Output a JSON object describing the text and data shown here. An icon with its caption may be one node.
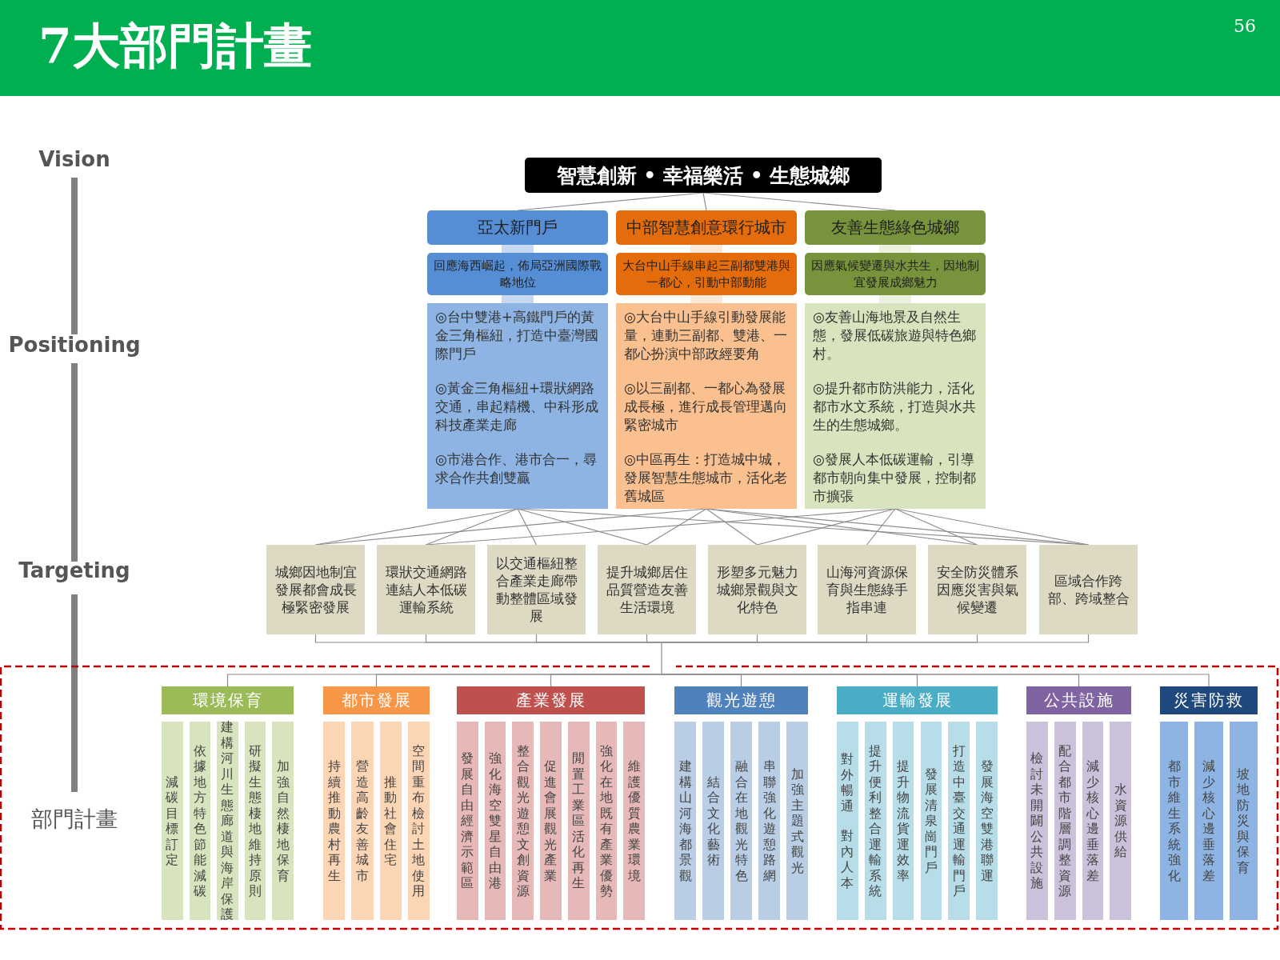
{
  "diagram": {
    "title": "7大部門計畫",
    "nodes": [
      {
        "text": [
          "智慧創新 • 幸福樂活 • 生態城鄉"
        ]
      },
      {
        "text": [
          "亞太新門戶"
        ]
      },
      {
        "text": [
          "中部智慧創意環行城市"
        ]
      },
      {
        "text": [
          "友善生態綠色城鄉"
        ]
      },
      {
        "text": [
          "回應海西崛起，佈局亞洲國際戰略地位"
        ]
      },
      {
        "text": [
          "大台中山手線串起三副都雙港與一都心，引動中部動能"
        ]
      },
      {
        "text": [
          "因應氣候變遷與水共生，因地制宜發展成鄉魅力"
        ]
      },
      {
        "text": [
          "◎台中雙港+高鐵門戶的黃金三角樞紐，打造中臺灣國際門戶",
          "◎黃金三角樞紐+環狀網路交通，串起精機、中科形成科技產業走廊",
          "◎市港合作、港市合一，尋求合作共創雙贏"
        ]
      },
      {
        "text": [
          "◎大台中山手線引動發展能量，連動三副都、雙港、一都心扮演中部政經要角",
          "◎以三副都、一都心為發展成長極，進行成長管理邁向緊密城市",
          "◎中區再生：打造城中城，發展智慧生態城市，活化老舊城區"
        ]
      },
      {
        "text": [
          "◎友善山海地景及自然生態，發展低碳旅遊與特色鄉村。",
          "◎提升都市防洪能力，活化都市水文系統，打造與水共生的生態城鄉。",
          "◎發展人本低碳運輸，引導都市朝向集中發展，控制都市擴張"
        ]
      },
      {
        "text": [
          "城鄉因地制宜發展都會成長極緊密發展"
        ]
      },
      {
        "text": [
          "環狀交通網路連結人本低碳運輸系統"
        ]
      },
      {
        "text": [
          "以交通樞紐整合產業走廊帶動整體區域發展"
        ]
      },
      {
        "text": [
          "提升城鄉居住品質營造友善生活環境"
        ]
      },
      {
        "text": [
          "形塑多元魅力城鄉景觀與文化特色"
        ]
      },
      {
        "text": [
          "山海河資源保育與生態綠手指串連"
        ]
      },
      {
        "text": [
          "安全防災體系因應災害與氣候變遷"
        ]
      },
      {
        "text": [
          "區域合作跨部、跨域整合"
        ]
      },
      {
        "text": [
          "環境保育"
        ]
      },
      {
        "text": [
          "減碳目標訂定"
        ]
      },
      {
        "text": [
          "依據地方特色節能減碳"
        ]
      },
      {
        "text": [
          "建構河川生態廊道與海岸保護"
        ]
      },
      {
        "text": [
          "研擬生態棲地維持原則"
        ]
      },
      {
        "text": [
          "加強自然棲地保育"
        ]
      },
      {
        "text": [
          "都市發展"
        ]
      },
      {
        "text": [
          "持續推動農村再生"
        ]
      },
      {
        "text": [
          "營造高齡友善城市"
        ]
      },
      {
        "text": [
          "推動社會住宅"
        ]
      },
      {
        "text": [
          "空間重布檢討土地使用"
        ]
      },
      {
        "text": [
          "產業發展"
        ]
      },
      {
        "text": [
          "發展自由經濟示範區"
        ]
      },
      {
        "text": [
          "強化海空雙星自由港"
        ]
      },
      {
        "text": [
          "整合觀光遊憩文創資源"
        ]
      },
      {
        "text": [
          "促進會展觀光產業"
        ]
      },
      {
        "text": [
          "閒置工業區活化再生"
        ]
      },
      {
        "text": [
          "強化在地既有產業優勢"
        ]
      },
      {
        "text": [
          "維護優質農業環境"
        ]
      },
      {
        "text": [
          "觀光遊憩"
        ]
      },
      {
        "text": [
          "建構山河海都景觀"
        ]
      },
      {
        "text": [
          "結合文化藝術"
        ]
      },
      {
        "text": [
          "融合在地觀光特色"
        ]
      },
      {
        "text": [
          "串聯強化遊憩路網"
        ]
      },
      {
        "text": [
          "加強主題式觀光"
        ]
      },
      {
        "text": [
          "運輸發展"
        ]
      },
      {
        "text": [
          "對外暢通",
          "對內人本"
        ]
      },
      {
        "text": [
          "提升便利整合運輸系統"
        ]
      },
      {
        "text": [
          "提升物流貨運效率"
        ]
      },
      {
        "text": [
          "發展清泉崗門戶"
        ]
      },
      {
        "text": [
          "打造中臺交通運輸門戶"
        ]
      },
      {
        "text": [
          "發展海空雙港聯運"
        ]
      },
      {
        "text": [
          "公共設施"
        ]
      },
      {
        "text": [
          "檢討未開闢公共設施"
        ]
      },
      {
        "text": [
          "配合都市階層調整資源"
        ]
      },
      {
        "text": [
          "減少核心邊垂落差"
        ]
      },
      {
        "text": [
          "水資源供給"
        ]
      },
      {
        "text": [
          "災害防救"
        ]
      },
      {
        "text": [
          "都市維生系統強化"
        ]
      },
      {
        "text": [
          "減少核心邊垂落差"
        ]
      },
      {
        "text": [
          "坡地防災與保育"
        ]
      }
    ],
    "edges": [
      {
        "from": 0,
        "to": 1,
        "arrow": "none"
      },
      {
        "from": 0,
        "to": 2,
        "arrow": "none"
      },
      {
        "from": 0,
        "to": 3,
        "arrow": "none"
      },
      {
        "from": 7,
        "to": 10,
        "arrow": "none"
      },
      {
        "from": 7,
        "to": 11,
        "arrow": "none"
      },
      {
        "from": 7,
        "to": 12,
        "arrow": "none"
      },
      {
        "from": 7,
        "to": 13,
        "arrow": "none"
      },
      {
        "from": 7,
        "to": 17,
        "arrow": "none"
      },
      {
        "from": 8,
        "to": 10,
        "arrow": "none"
      },
      {
        "from": 8,
        "to": 13,
        "arrow": "none"
      },
      {
        "from": 8,
        "to": 14,
        "arrow": "none"
      },
      {
        "from": 8,
        "to": 16,
        "arrow": "none"
      },
      {
        "from": 8,
        "to": 17,
        "arrow": "none"
      },
      {
        "from": 9,
        "to": 11,
        "arrow": "none"
      },
      {
        "from": 9,
        "to": 14,
        "arrow": "none"
      },
      {
        "from": 9,
        "to": 15,
        "arrow": "none"
      },
      {
        "from": 9,
        "to": 16,
        "arrow": "none"
      },
      {
        "from": 9,
        "to": 17,
        "arrow": "none"
      },
      {
        "from": 10,
        "to": 18,
        "arrow": "none"
      },
      {
        "from": 10,
        "to": 24,
        "arrow": "none"
      },
      {
        "from": 10,
        "to": 29,
        "arrow": "none"
      },
      {
        "from": 10,
        "to": 37,
        "arrow": "none"
      },
      {
        "from": 10,
        "to": 43,
        "arrow": "none"
      },
      {
        "from": 10,
        "to": 50,
        "arrow": "none"
      },
      {
        "from": 10,
        "to": 55,
        "arrow": "none"
      },
      {
        "from": 11,
        "to": 18,
        "arrow": "none"
      },
      {
        "from": 11,
        "to": 24,
        "arrow": "none"
      },
      {
        "from": 11,
        "to": 29,
        "arrow": "none"
      },
      {
        "from": 11,
        "to": 37,
        "arrow": "none"
      },
      {
        "from": 11,
        "to": 43,
        "arrow": "none"
      },
      {
        "from": 11,
        "to": 50,
        "arrow": "none"
      },
      {
        "from": 11,
        "to": 55,
        "arrow": "none"
      },
      {
        "from": 12,
        "to": 18,
        "arrow": "none"
      },
      {
        "from": 12,
        "to": 24,
        "arrow": "none"
      },
      {
        "from": 12,
        "to": 29,
        "arrow": "none"
      },
      {
        "from": 12,
        "to": 37,
        "arrow": "none"
      },
      {
        "from": 12,
        "to": 43,
        "arrow": "none"
      },
      {
        "from": 12,
        "to": 50,
        "arrow": "none"
      },
      {
        "from": 12,
        "to": 55,
        "arrow": "none"
      },
      {
        "from": 13,
        "to": 18,
        "arrow": "none"
      },
      {
        "from": 13,
        "to": 24,
        "arrow": "none"
      },
      {
        "from": 13,
        "to": 29,
        "arrow": "none"
      },
      {
        "from": 13,
        "to": 37,
        "arrow": "none"
      },
      {
        "from": 13,
        "to": 43,
        "arrow": "none"
      },
      {
        "from": 13,
        "to": 50,
        "arrow": "none"
      },
      {
        "from": 13,
        "to": 55,
        "arrow": "none"
      },
      {
        "from": 14,
        "to": 18,
        "arrow": "none"
      },
      {
        "from": 14,
        "to": 24,
        "arrow": "none"
      },
      {
        "from": 14,
        "to": 29,
        "arrow": "none"
      },
      {
        "from": 14,
        "to": 37,
        "arrow": "none"
      },
      {
        "from": 14,
        "to": 43,
        "arrow": "none"
      },
      {
        "from": 14,
        "to": 50,
        "arrow": "none"
      },
      {
        "from": 14,
        "to": 55,
        "arrow": "none"
      },
      {
        "from": 15,
        "to": 18,
        "arrow": "none"
      },
      {
        "from": 15,
        "to": 24,
        "arrow": "none"
      },
      {
        "from": 15,
        "to": 29,
        "arrow": "none"
      },
      {
        "from": 15,
        "to": 37,
        "arrow": "none"
      },
      {
        "from": 15,
        "to": 43,
        "arrow": "none"
      },
      {
        "from": 15,
        "to": 50,
        "arrow": "none"
      },
      {
        "from": 15,
        "to": 55,
        "arrow": "none"
      },
      {
        "from": 16,
        "to": 18,
        "arrow": "none"
      },
      {
        "from": 16,
        "to": 24,
        "arrow": "none"
      },
      {
        "from": 16,
        "to": 29,
        "arrow": "none"
      },
      {
        "from": 16,
        "to": 37,
        "arrow": "none"
      },
      {
        "from": 16,
        "to": 43,
        "arrow": "none"
      },
      {
        "from": 16,
        "to": 50,
        "arrow": "none"
      },
      {
        "from": 16,
        "to": 55,
        "arrow": "none"
      },
      {
        "from": 17,
        "to": 18,
        "arrow": "none"
      },
      {
        "from": 17,
        "to": 24,
        "arrow": "none"
      },
      {
        "from": 17,
        "to": 29,
        "arrow": "none"
      },
      {
        "from": 17,
        "to": 37,
        "arrow": "none"
      },
      {
        "from": 17,
        "to": 43,
        "arrow": "none"
      },
      {
        "from": 17,
        "to": 50,
        "arrow": "none"
      },
      {
        "from": 17,
        "to": 55,
        "arrow": "none"
      }
    ],
    "labels": [
      "56",
      "Vision",
      "Positioning",
      "Targeting",
      "部門計畫"
    ]
  }
}
